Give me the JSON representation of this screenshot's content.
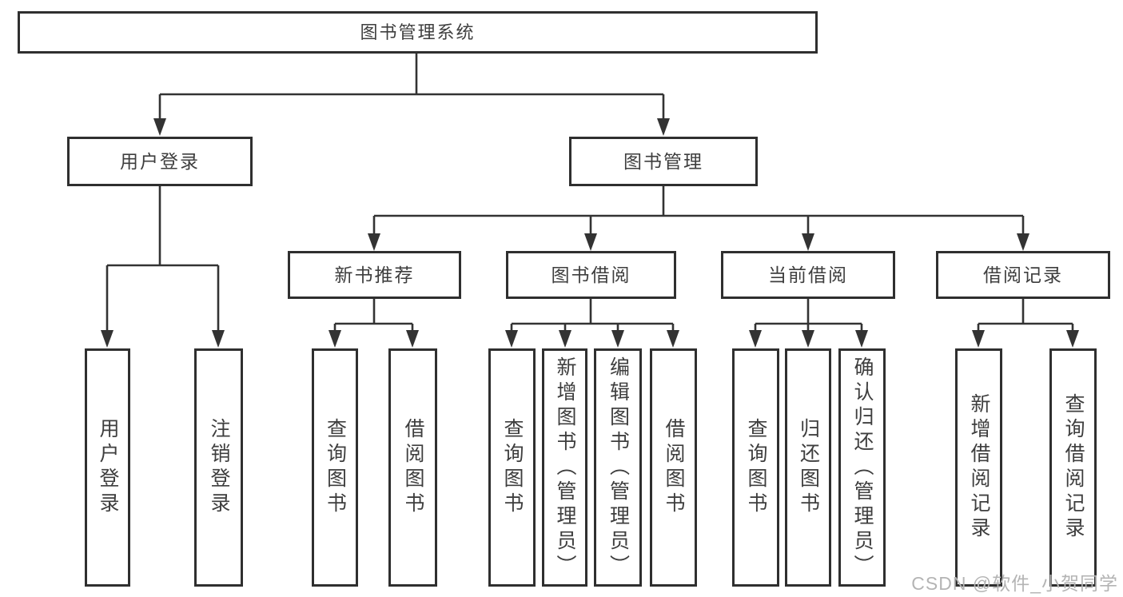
{
  "tree": {
    "root": {
      "label": "图书管理系统",
      "children": [
        {
          "label": "用户登录",
          "children": [
            {
              "label": "用户登录"
            },
            {
              "label": "注销登录"
            }
          ]
        },
        {
          "label": "图书管理",
          "children": [
            {
              "label": "新书推荐",
              "children": [
                {
                  "label": "查询图书"
                },
                {
                  "label": "借阅图书"
                }
              ]
            },
            {
              "label": "图书借阅",
              "children": [
                {
                  "label": "查询图书"
                },
                {
                  "label": "新增图书（管理员）"
                },
                {
                  "label": "编辑图书（管理员）"
                },
                {
                  "label": "借阅图书"
                }
              ]
            },
            {
              "label": "当前借阅",
              "children": [
                {
                  "label": "查询图书"
                },
                {
                  "label": "归还图书"
                },
                {
                  "label": "确认归还（管理员）"
                }
              ]
            },
            {
              "label": "借阅记录",
              "children": [
                {
                  "label": "新增借阅记录"
                },
                {
                  "label": "查询借阅记录"
                }
              ]
            }
          ]
        }
      ]
    }
  },
  "watermark": "CSDN @软件_小贺同学",
  "colors": {
    "line": "#333333",
    "border": "#2f2f2f",
    "text": "#3e3e3e",
    "watermark": "#b4b4b4",
    "background": "#ffffff"
  }
}
